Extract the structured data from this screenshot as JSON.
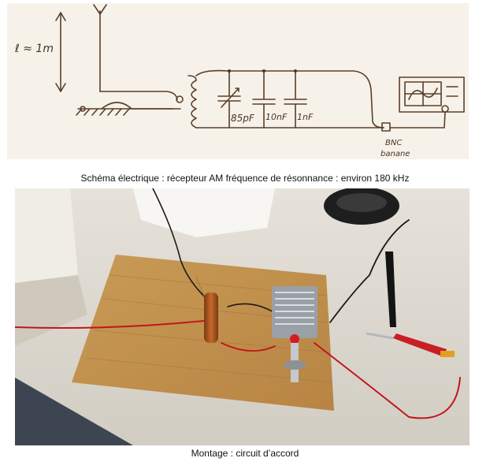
{
  "schematic": {
    "length_label": "ℓ ≈ 1m",
    "cap_variable_label": "85pF",
    "cap_2_label": "10nF",
    "cap_3_label": "1nF",
    "connector_label_line1": "BNC",
    "connector_label_line2": "banane"
  },
  "captions": {
    "schematic_caption": "Schéma électrique : récepteur AM fréquence de résonnance : environ 180 kHz",
    "photo_caption": "Montage : circuit d’accord"
  }
}
